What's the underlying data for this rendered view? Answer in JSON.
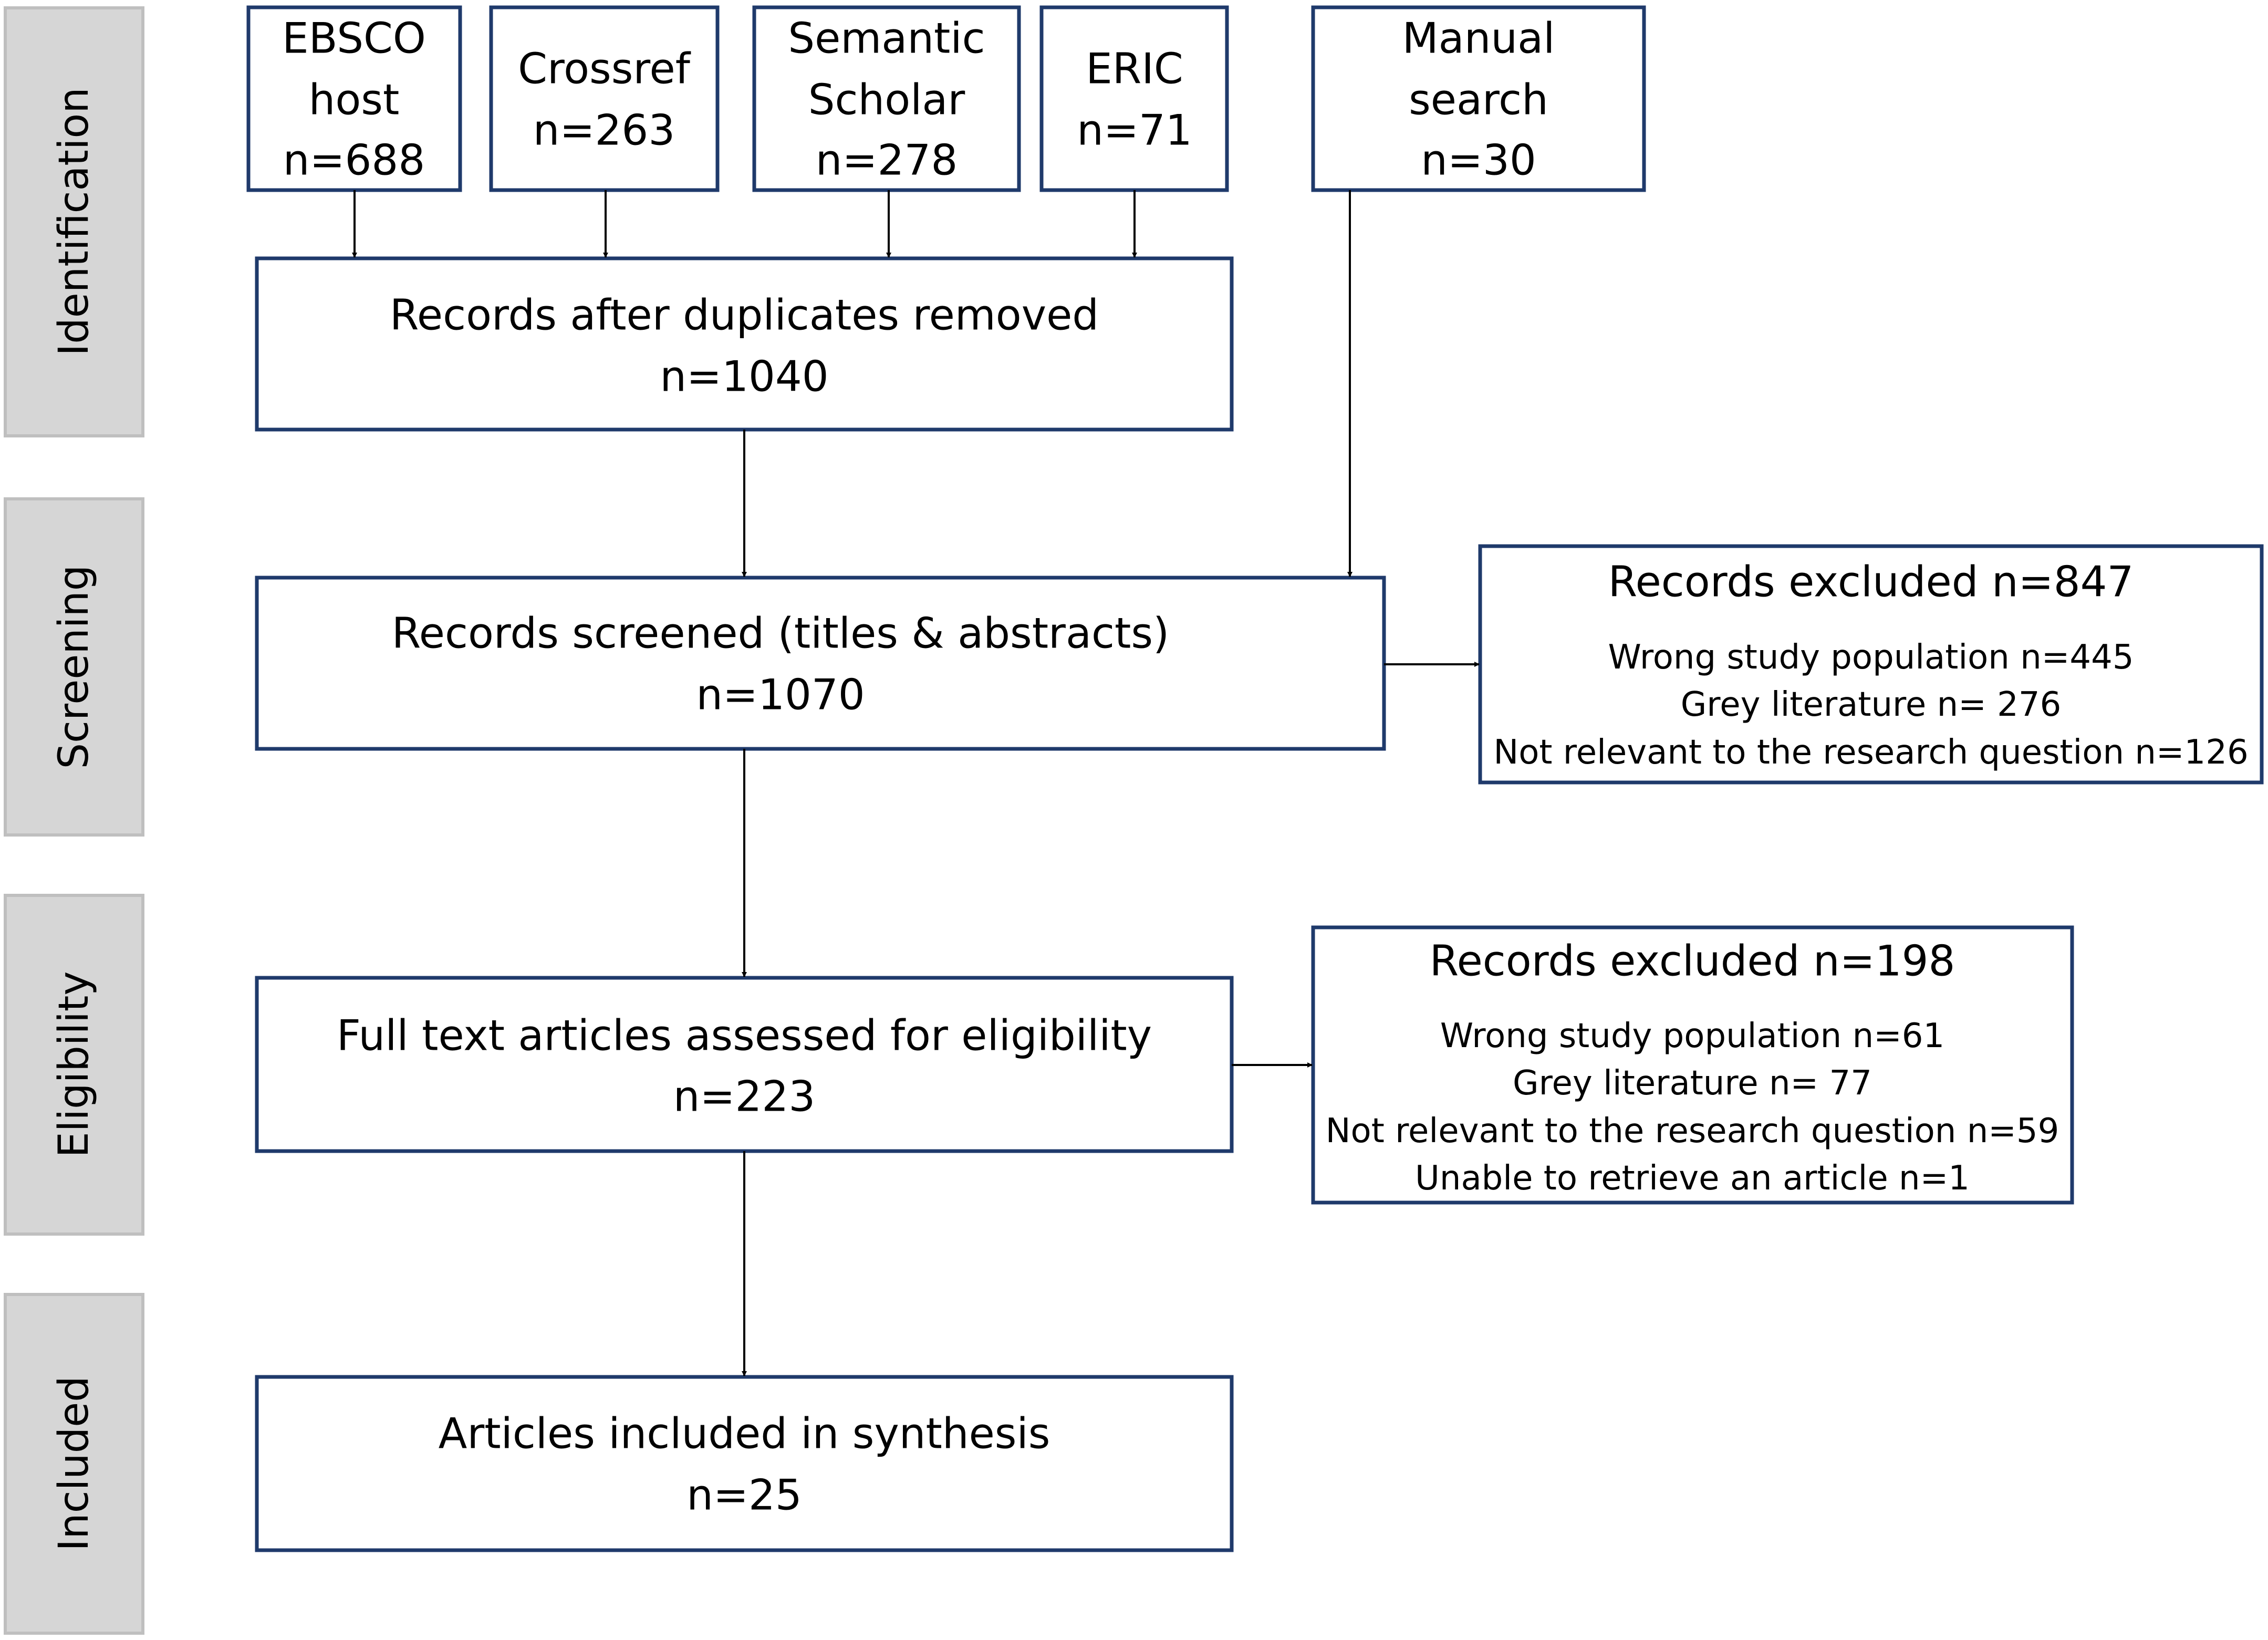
{
  "phases": {
    "identification": "Identification",
    "screening": "Screening",
    "eligibility": "Eligibility",
    "included": "Included"
  },
  "sources": {
    "ebsco": {
      "line1": "EBSCO",
      "line2": "host",
      "count": "n=688"
    },
    "crossref": {
      "line1": "Crossref",
      "count": "n=263"
    },
    "semantic": {
      "line1": "Semantic",
      "line2": "Scholar",
      "count": "n=278"
    },
    "eric": {
      "line1": "ERIC",
      "count": "n=71"
    },
    "manual": {
      "line1": "Manual",
      "line2": "search",
      "count": "n=30"
    }
  },
  "dedup": {
    "label": "Records after duplicates removed",
    "count": "n=1040"
  },
  "screened": {
    "label": "Records screened (titles & abstracts)",
    "count": "n=1070"
  },
  "screen_excluded": {
    "title": "Records excluded n=847",
    "reasons": [
      "Wrong study population n=445",
      "Grey literature n= 276",
      "Not relevant to the research question n=126"
    ]
  },
  "fulltext": {
    "label": "Full text articles assessed for eligibility",
    "count": "n=223"
  },
  "fulltext_excluded": {
    "title": "Records excluded n=198",
    "reasons": [
      "Wrong study population n=61",
      "Grey literature n= 77",
      "Not relevant to the research question n=59",
      "Unable to retrieve an article n=1"
    ]
  },
  "included": {
    "label": "Articles included in synthesis",
    "count": "n=25"
  },
  "colors": {
    "box_border": "#1f3a6b",
    "phase_bar": "#d6d6d6",
    "arrow": "#000000"
  }
}
